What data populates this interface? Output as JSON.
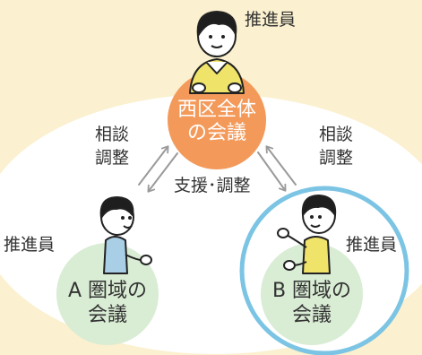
{
  "nodes": {
    "west": {
      "line1": "西区全体",
      "line2": "の会議"
    },
    "a": {
      "line1": "A 圏域の",
      "line2": "会議"
    },
    "b": {
      "line1": "B 圏域の",
      "line2": "会議"
    }
  },
  "roles": {
    "top": "推進員",
    "left": "推進員",
    "right": "推進員"
  },
  "links": {
    "left": {
      "line1": "相談",
      "line2": "調整"
    },
    "right": {
      "line1": "相談",
      "line2": "調整"
    },
    "center": "支援･調整"
  },
  "colors": {
    "background": "#fbf0cf",
    "oval": "#ffffff",
    "west_circle": "#f39a5b",
    "area_circle": "#d9ecd4",
    "highlight_ring": "#7cc4e4",
    "arrow": "#999999",
    "shirt_yellow": "#f0e36a",
    "shirt_blue": "#a9cfe6"
  },
  "icons": [
    "person-top-icon",
    "person-left-icon",
    "person-right-icon"
  ]
}
